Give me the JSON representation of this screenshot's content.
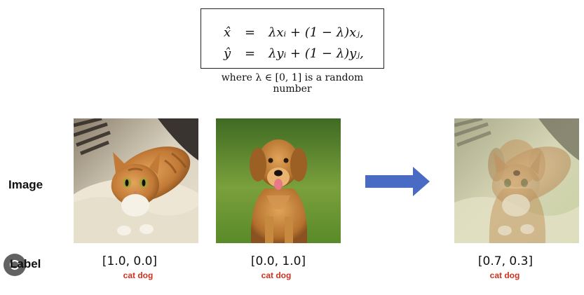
{
  "formula": {
    "row1": {
      "lhs": "x̂",
      "eq": "=",
      "rhs": "λxᵢ + (1 − λ)xⱼ,"
    },
    "row2": {
      "lhs": "ŷ",
      "eq": "=",
      "rhs": "λyᵢ + (1 − λ)yⱼ,"
    },
    "note": "where λ ∈ [0, 1] is a random number"
  },
  "rows": {
    "image_label": "Image",
    "label_label": "Label"
  },
  "panels": {
    "cat": {
      "vector": "[1.0, 0.0]",
      "classes": "cat dog"
    },
    "dog": {
      "vector": "[0.0, 1.0]",
      "classes": "cat dog"
    },
    "mix": {
      "vector": "[0.7, 0.3]",
      "classes": "cat dog"
    }
  },
  "colors": {
    "arrow": "#4a6bc4",
    "class_text": "#d0301e"
  },
  "icons": {
    "badge": "circle-badge-icon",
    "arrow": "right-arrow-icon"
  }
}
